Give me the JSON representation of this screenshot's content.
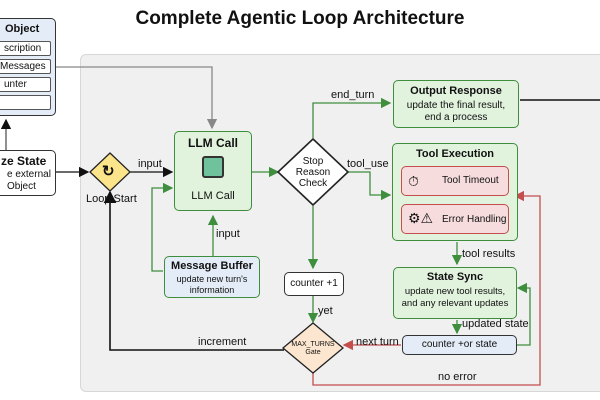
{
  "title": "Complete Agentic Loop Architecture",
  "object_box": {
    "title": "Object",
    "rows": [
      "scription",
      "Messages",
      "unter",
      ""
    ]
  },
  "init_state": {
    "title": "ze State",
    "line1": "e external",
    "line2": "Object"
  },
  "loop_start": {
    "label": "Loop Start"
  },
  "llm_call": {
    "title": "LLM Call",
    "subtitle": "LLM Call"
  },
  "stop_check": {
    "line1": "Stop",
    "line2": "Reason",
    "line3": "Check"
  },
  "output_response": {
    "title": "Output Response",
    "line1": "update the final result,",
    "line2": "end a process"
  },
  "tool_execution": {
    "title": "Tool Execution",
    "timeout": "Tool Timeout",
    "error": "Error Handling"
  },
  "message_buffer": {
    "title": "Message Buffer",
    "line1": "update new turn's",
    "line2": "information"
  },
  "counter_plus": {
    "label": "counter +1"
  },
  "state_sync": {
    "title": "State Sync",
    "line1": "update new tool results,",
    "line2": "and any relevant updates"
  },
  "counter_state": {
    "label": "counter +or state"
  },
  "gate": {
    "line1": "MAX_TURNS",
    "line2": "Gate"
  },
  "edges": {
    "input1": "input",
    "input2": "input",
    "end_turn": "end_turn",
    "tool_use": "tool_use",
    "tool_results": "tool results",
    "updated_state": "updated state",
    "next_turn": "next turn",
    "yet": "yet",
    "increment": "increment",
    "no_error": "no error"
  },
  "colors": {
    "green_fill": "#e1f2dd",
    "green_border": "#3e8e3e",
    "blue_fill": "#e4ecf7",
    "red_fill": "#f6dcdc",
    "red_border": "#c44d4d",
    "orange_fill": "#fce6cf",
    "yellow_fill": "#fbe48a"
  }
}
